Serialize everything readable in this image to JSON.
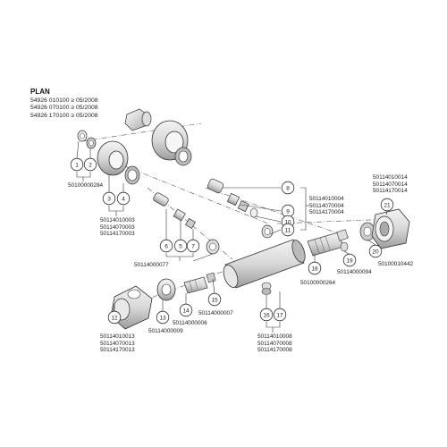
{
  "header": {
    "title": "PLAN",
    "lines": [
      "54926 010100 ≥ 05/2008",
      "54926 070100 ≥ 05/2008",
      "54926 170100 ≥ 05/2008"
    ]
  },
  "callouts": [
    "1",
    "2",
    "3",
    "4",
    "5",
    "6",
    "7",
    "8",
    "9",
    "10",
    "11",
    "12",
    "13",
    "14",
    "15",
    "16",
    "17",
    "18",
    "19",
    "20",
    "21"
  ],
  "part_numbers": {
    "p1_2": "50100000284",
    "p3_4": [
      "50114010003",
      "50114070003",
      "50114170003"
    ],
    "p5_7": "50114000077",
    "p8_11": [
      "50114010004",
      "50114070004",
      "50114170004"
    ],
    "p12": [
      "50114010013",
      "50114070013",
      "50114170013"
    ],
    "p13": "50114000009",
    "p14": "50114000006",
    "p15": "50114000007",
    "p16_17": [
      "50114010008",
      "50114070008",
      "50114170008"
    ],
    "p18": "50100000264",
    "p19": "50114000094",
    "p20": "50100010442",
    "p21": [
      "50114010014",
      "50114070014",
      "50114170014"
    ]
  }
}
